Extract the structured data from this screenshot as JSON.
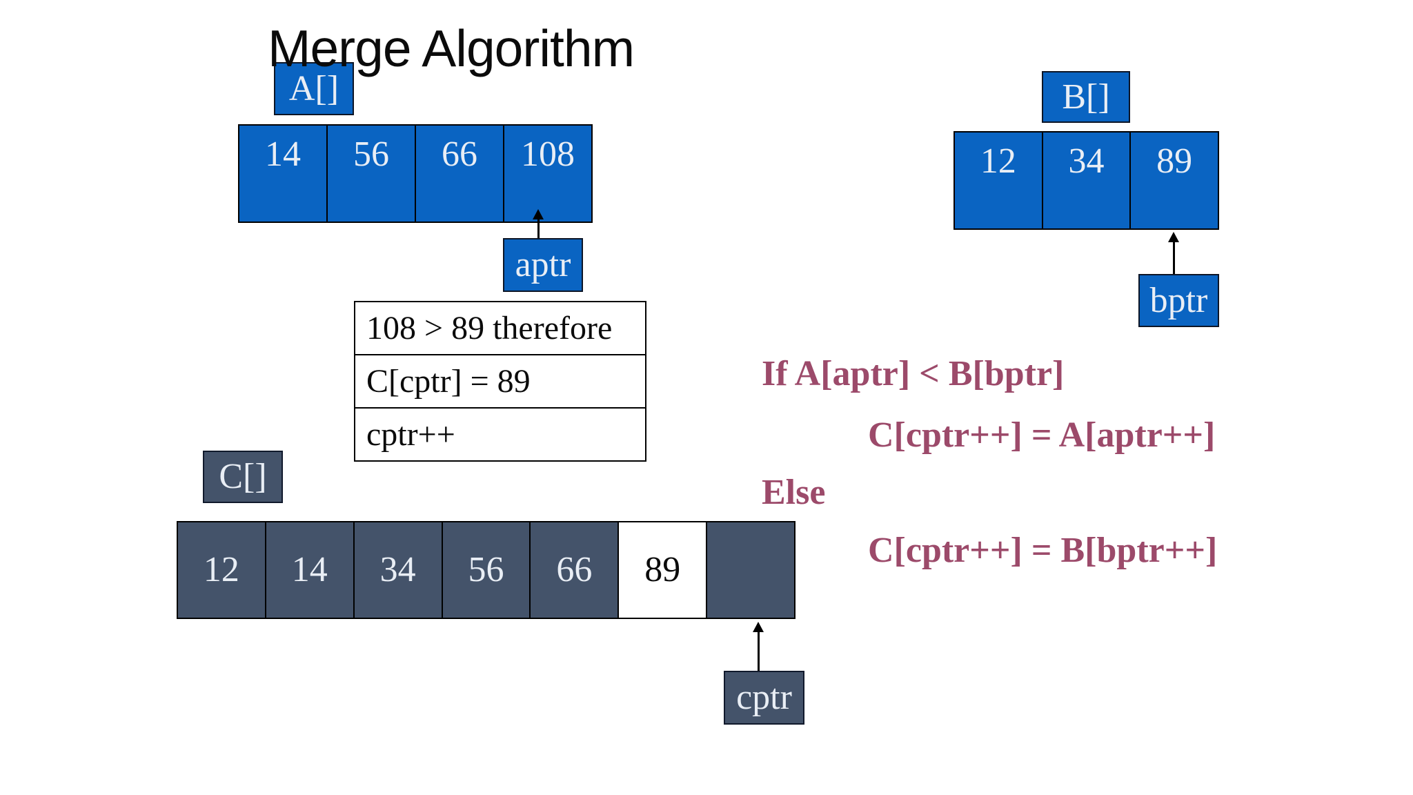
{
  "slide_title": "Merge Algorithm",
  "arrays": {
    "a": {
      "label": "A[]",
      "values": [
        "14",
        "56",
        "66",
        "108"
      ]
    },
    "b": {
      "label": "B[]",
      "values": [
        "12",
        "34",
        "89"
      ]
    },
    "c": {
      "label": "C[]",
      "values": [
        "12",
        "14",
        "34",
        "56",
        "66",
        "89",
        ""
      ],
      "highlight_index": 5
    }
  },
  "pointers": {
    "a": "aptr",
    "b": "bptr",
    "c": "cptr"
  },
  "info_box": {
    "rows": [
      "108 > 89 therefore",
      "C[cptr] = 89",
      "cptr++"
    ]
  },
  "pseudocode": {
    "lines": [
      {
        "text": "If A[aptr] < B[bptr]"
      },
      {
        "text": "C[cptr++] = A[aptr++]"
      },
      {
        "text": "Else"
      },
      {
        "text": "C[cptr++] = B[bptr++]"
      }
    ]
  },
  "colors": {
    "array_blue": "#0a64c2",
    "array_slate": "#44536a",
    "pseudocode_maroon": "#9c4a6a",
    "cell_text": "#e9eef5",
    "highlight_cell_bg": "#ffffff",
    "highlight_cell_text": "#000000",
    "border": "#000000"
  }
}
